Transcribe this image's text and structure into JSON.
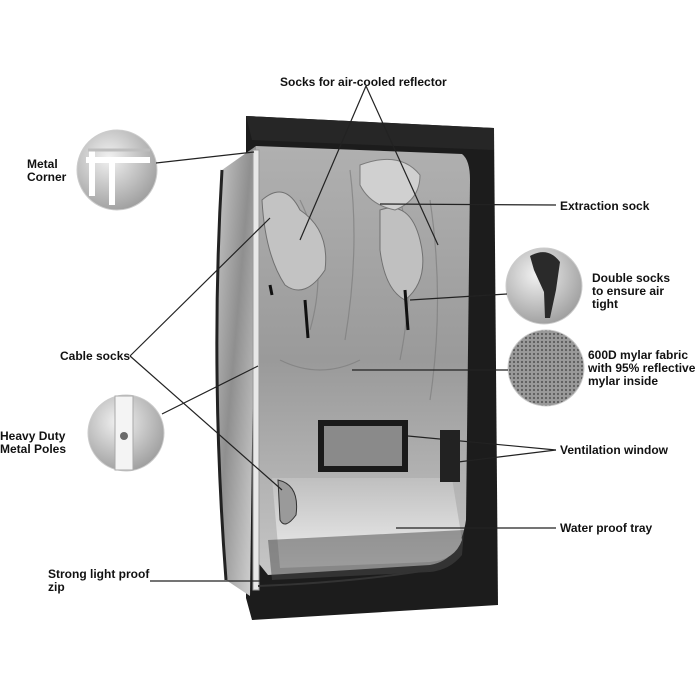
{
  "labels": {
    "reflector_socks": "Socks for air-cooled reflector",
    "metal_corner": [
      "Metal",
      "Corner"
    ],
    "extraction_sock": "Extraction sock",
    "double_socks": [
      "Double socks",
      "to ensure air",
      "tight"
    ],
    "cable_socks": "Cable socks",
    "mylar": [
      "600D mylar fabric",
      "with 95% reflective",
      "mylar inside"
    ],
    "heavy_duty": [
      "Heavy Duty",
      "Metal Poles"
    ],
    "ventilation_window": "Ventilation window",
    "water_tray": "Water proof tray",
    "light_zip": [
      "Strong light proof",
      "zip"
    ]
  },
  "colors": {
    "tent_frame": "#1a1a1a",
    "mylar_light": "#d9d9d9",
    "mylar_dark": "#8a8a8a",
    "leader_line": "#222222",
    "label_text": "#111111"
  }
}
